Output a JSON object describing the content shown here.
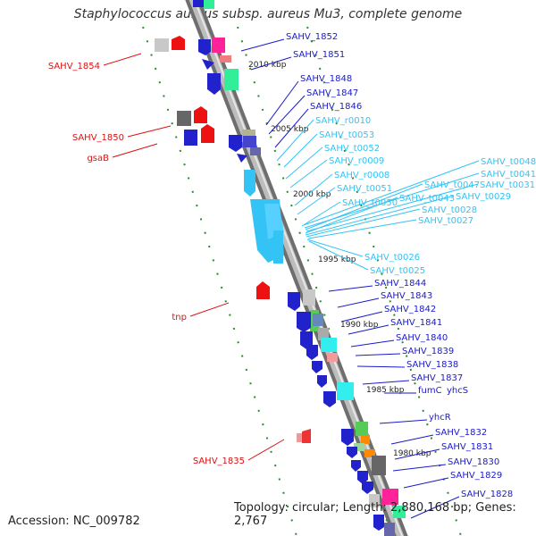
{
  "title": "Staphylococcus aureus subsp. aureus Mu3, complete genome",
  "footer": {
    "accession": "Accession: NC_009782",
    "topology": "Topology: circular; Length: 2,880,168 bp; Genes: 2,767"
  },
  "colors": {
    "backbone": "#8a8a8a",
    "forward_label": "#1a1acc",
    "rna_label": "#33c3f5",
    "reverse_label": "#dd1111",
    "tick": "#2d8a2d"
  },
  "ruler_labels": [
    "2010 kbp",
    "2005 kbp",
    "2000 kbp",
    "1995 kbp",
    "1990 kbp",
    "1985 kbp",
    "1980 kbp"
  ],
  "forward_labels": [
    "SAHV_1852",
    "SAHV_1851",
    "SAHV_1848",
    "SAHV_1847",
    "SAHV_1846",
    "SAHV_1844",
    "SAHV_1843",
    "SAHV_1842",
    "SAHV_1841",
    "SAHV_1840",
    "SAHV_1839",
    "SAHV_1838",
    "SAHV_1837",
    "fumC",
    "yhcS",
    "yhcR",
    "SAHV_1832",
    "SAHV_1831",
    "SAHV_1830",
    "SAHV_1829",
    "SAHV_1828"
  ],
  "rna_labels": [
    "SAHV_r0010",
    "SAHV_t0053",
    "SAHV_t0052",
    "SAHV_r0009",
    "SAHV_r0008",
    "SAHV_t0051",
    "SAHV_t0050",
    "SAHV_t0048",
    "SAHV_t0041",
    "SAHV_t0047",
    "SAHV_t0031",
    "SAHV_t0043",
    "SAHV_t0029",
    "SAHV_t0028",
    "SAHV_t0027",
    "SAHV_t0026",
    "SAHV_t0025"
  ],
  "reverse_labels": [
    "SAHV_1854",
    "SAHV_1850",
    "gsaB",
    "tnp",
    "SAHV_1835"
  ]
}
